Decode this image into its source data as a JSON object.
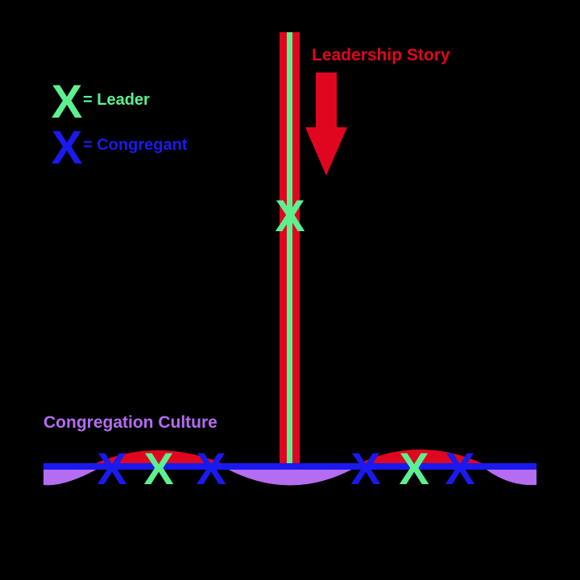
{
  "legend": {
    "leader_text": "= Leader",
    "congregant_text": "= Congregant"
  },
  "labels": {
    "leadership_story": "Leadership Story",
    "congregation_culture": "Congregation Culture"
  },
  "glyphs": {
    "mark": "X"
  },
  "colors": {
    "background": "#000000",
    "leader": "#5ef08f",
    "congregant": "#1a1aee",
    "story": "#e0061f",
    "culture": "#b46cf0"
  },
  "figures": {
    "sequence": [
      "congregant",
      "leader",
      "congregant",
      "congregant",
      "leader",
      "congregant"
    ]
  }
}
